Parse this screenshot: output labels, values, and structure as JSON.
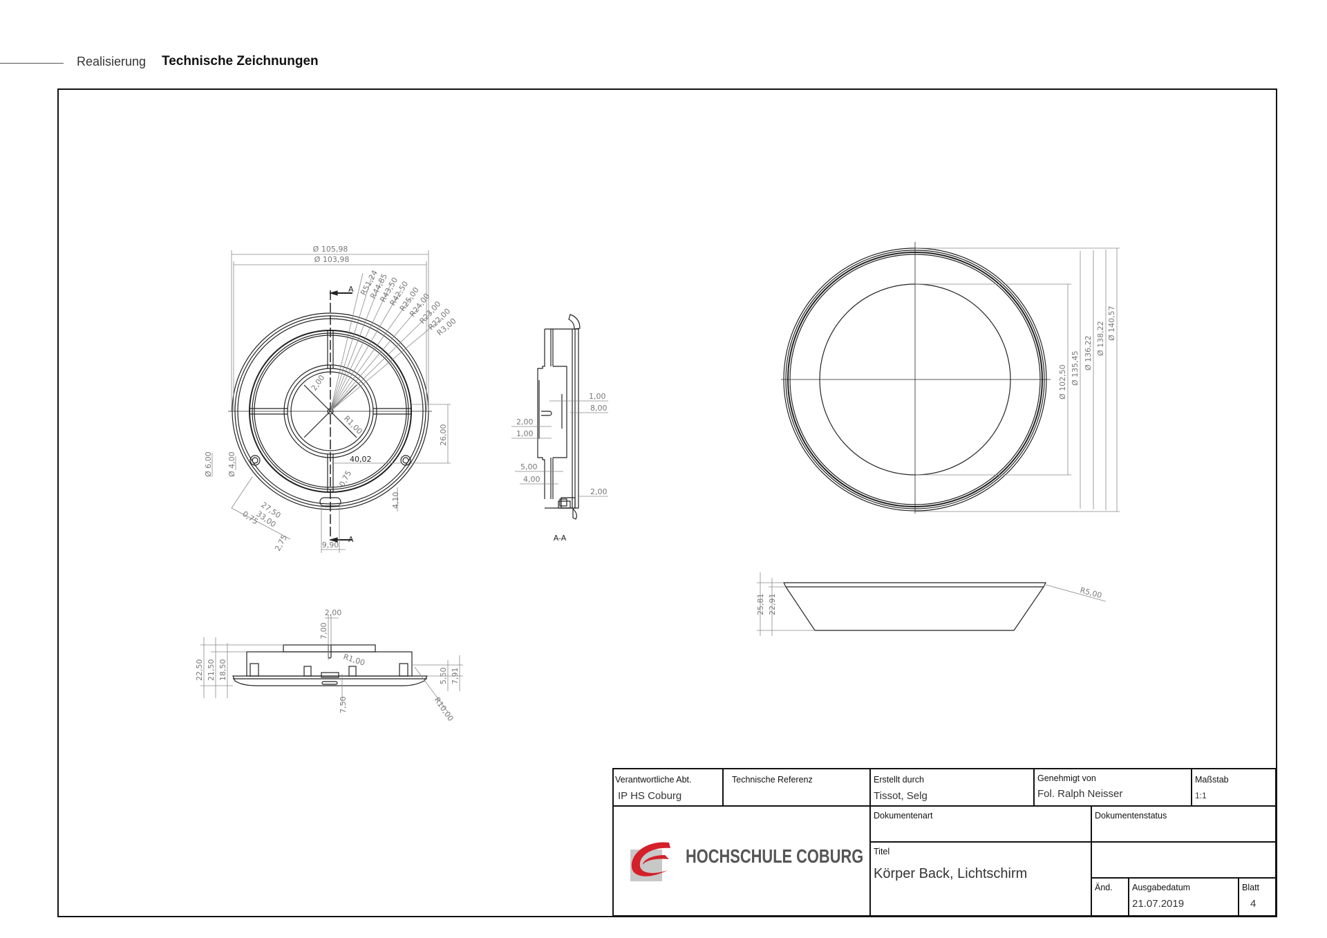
{
  "header": {
    "section": "Realisierung",
    "title": "Technische Zeichnungen"
  },
  "views": {
    "front": {
      "dims": [
        "Ø 105,98",
        "Ø 103,98",
        "R51,24",
        "R44,85",
        "R43,50",
        "R42,50",
        "R25,00",
        "R24,00",
        "R23,00",
        "R22,00",
        "R3,00",
        "2,00",
        "R1,00",
        "26,00",
        "40,02",
        "0,75",
        "4,10",
        "Ø 6,00",
        "Ø 4,00",
        "27,50",
        "33,00",
        "0,75",
        "2,75",
        "9,90"
      ],
      "section_marks": [
        "A",
        "A"
      ]
    },
    "section": {
      "dims": [
        "1,00",
        "8,00",
        "2,00",
        "1,00",
        "5,00",
        "4,00",
        "2,00"
      ],
      "label": "A-A"
    },
    "side": {
      "dims": [
        "2,00",
        "7,00",
        "R1,00",
        "22,50",
        "21,50",
        "18,50",
        "5,50",
        "7,91",
        "7,50",
        "R10,00"
      ]
    },
    "shade_top": {
      "dims": [
        "Ø 102,50",
        "Ø 135,45",
        "Ø 136,22",
        "Ø 138,22",
        "Ø 140,57"
      ]
    },
    "shade_side": {
      "dims": [
        "25,81",
        "22,91",
        "R5,00"
      ]
    }
  },
  "title_block": {
    "dept_label": "Verantwortliche Abt.",
    "dept_value": "IP HS Coburg",
    "ref_label": "Technische Referenz",
    "created_label": "Erstellt durch",
    "created_value": "Tissot, Selg",
    "approved_label": "Genehmigt von",
    "approved_value": "Fol. Ralph Neisser",
    "scale_label": "Maßstab",
    "scale_value": "1:1",
    "doctype_label": "Dokumentenart",
    "docstatus_label": "Dokumentenstatus",
    "title_label": "Titel",
    "title_value": "Körper Back, Lichtschirm",
    "rev_label": "Änd.",
    "date_label": "Ausgabedatum",
    "date_value": "21.07.2019",
    "sheet_label": "Blatt",
    "sheet_value": "4",
    "logo_text": "HOCHSCHULE COBURG",
    "logo_color": "#d4202a"
  }
}
